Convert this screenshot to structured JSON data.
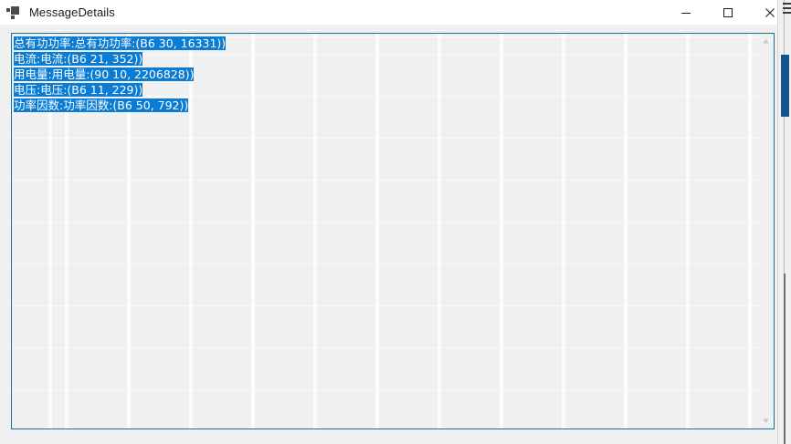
{
  "window": {
    "title": "MessageDetails",
    "icon": "winforms-app-icon",
    "caption_buttons": [
      {
        "name": "minimize-button",
        "glyph": "minimize"
      },
      {
        "name": "maximize-button",
        "glyph": "maximize"
      },
      {
        "name": "close-button",
        "glyph": "close"
      }
    ]
  },
  "textbox": {
    "name": "message-details-textbox",
    "readonly_appearance": true,
    "selection_color": "#0a7cd4",
    "border_color": "#1a6f96",
    "background_color": "#f0f0f0",
    "lines": [
      {
        "selected": "总有功功率:总有功功率:(B6 30, 16331))",
        "trailing": ""
      },
      {
        "selected": "电流:电流:(B6 21, 352))",
        "trailing": ""
      },
      {
        "selected": "用电量:用电量:(90 10, 2206828))",
        "trailing": ""
      },
      {
        "selected": "电压:电压:(B6 11, 229))",
        "trailing": ""
      },
      {
        "selected": "功率因数:功率因数:(B6 50, 792))",
        "trailing": ""
      }
    ],
    "scrollbar": {
      "up_arrow": "scroll-up-arrow",
      "down_arrow": "scroll-down-arrow"
    }
  },
  "page_scrollbar": {
    "name": "page-scrollbar",
    "thumb_color": "#14558c"
  }
}
